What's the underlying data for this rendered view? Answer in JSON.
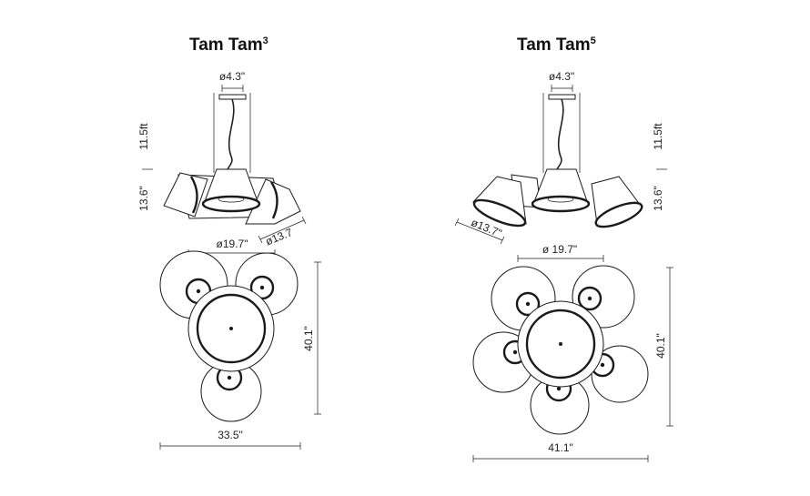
{
  "products": [
    {
      "id": "tamtam3",
      "title": "Tam Tam",
      "title_sup": "3",
      "canopy_diameter": "ø4.3\"",
      "cable_length": "11.5ft",
      "height": "13.6\"",
      "shade_diameter": "ø13.7",
      "diameter": "ø19.7\"",
      "plan_depth": "40.1\"",
      "plan_width": "33.5\""
    },
    {
      "id": "tamtam5",
      "title": "Tam Tam",
      "title_sup": "5",
      "canopy_diameter": "ø4.3\"",
      "cable_length": "11.5ft",
      "height": "13.6\"",
      "shade_diameter": "ø13.7\"",
      "diameter": "ø 19.7\"",
      "plan_depth": "40.1\"",
      "plan_width": "41.1\""
    }
  ]
}
